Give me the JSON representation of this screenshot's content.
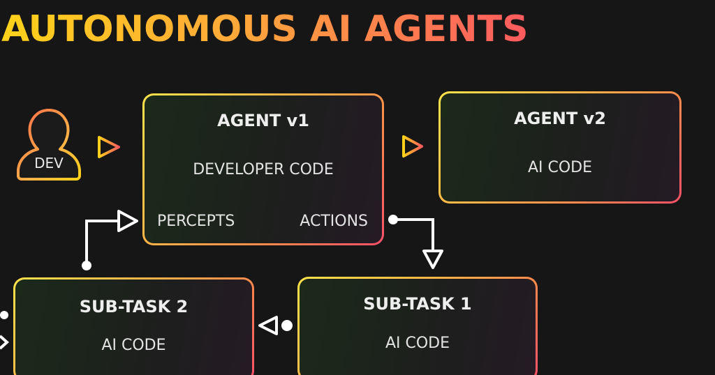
{
  "title": "AUTONOMOUS AI AGENTS",
  "dev": {
    "label": "DEV"
  },
  "agent_v1": {
    "title": "AGENT v1",
    "body": "DEVELOPER CODE",
    "left_label": "PERCEPTS",
    "right_label": "ACTIONS"
  },
  "agent_v2": {
    "title": "AGENT v2",
    "body": "AI CODE"
  },
  "subtask_1": {
    "title": "SUB-TASK 1",
    "body": "AI CODE"
  },
  "subtask_2": {
    "title": "SUB-TASK 2",
    "body": "AI CODE"
  },
  "colors": {
    "background": "#161616",
    "gradient_start": "#ffd21a",
    "gradient_end": "#ff5a5f",
    "connector": "#ffffff"
  }
}
